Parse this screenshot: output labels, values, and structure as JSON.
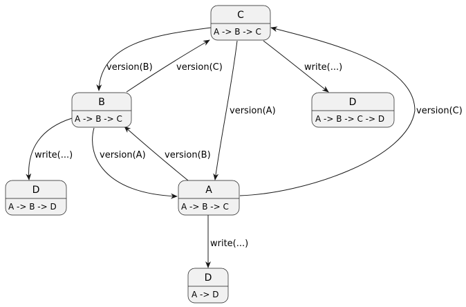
{
  "states": {
    "c": {
      "name": "C",
      "description": "A -> B -> C"
    },
    "b": {
      "name": "B",
      "description": "A -> B -> C"
    },
    "a": {
      "name": "A",
      "description": "A -> B -> C"
    },
    "d_from_c": {
      "name": "D",
      "description": "A -> B -> C -> D"
    },
    "d_from_b": {
      "name": "D",
      "description": "A -> B -> D"
    },
    "d_from_a": {
      "name": "D",
      "description": "A -> D"
    }
  },
  "transitions": {
    "c_to_b": {
      "label": "version(B)"
    },
    "b_to_c": {
      "label": "version(C)"
    },
    "c_to_a": {
      "label": "version(A)"
    },
    "c_to_d": {
      "label": "write(...)"
    },
    "a_to_c": {
      "label": "version(C)"
    },
    "b_to_d": {
      "label": "write(...)"
    },
    "b_to_a": {
      "label": "version(A)"
    },
    "a_to_b": {
      "label": "version(B)"
    },
    "a_to_d": {
      "label": "write(...)"
    }
  }
}
